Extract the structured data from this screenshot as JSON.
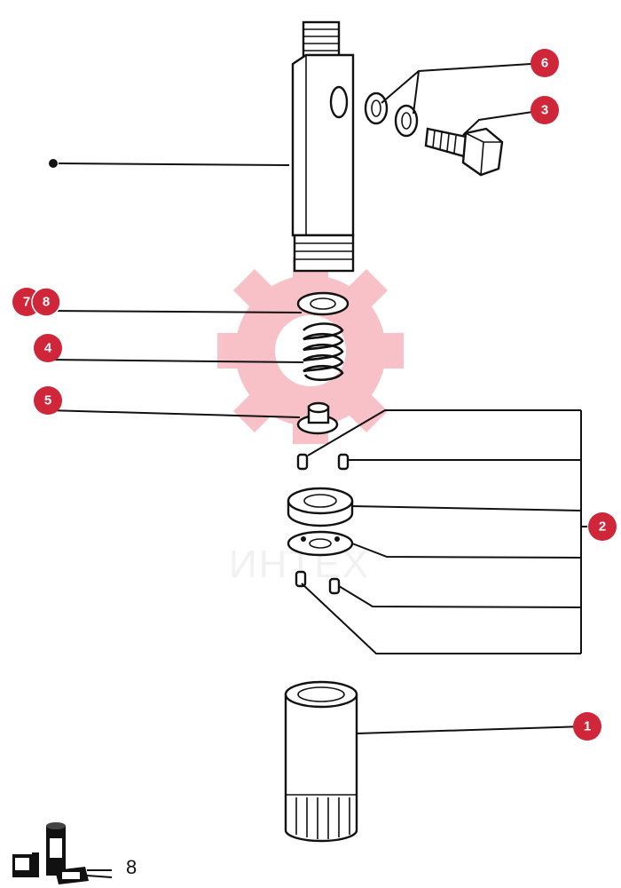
{
  "callouts": [
    {
      "id": "callout-1",
      "label": "1"
    },
    {
      "id": "callout-2",
      "label": "2"
    },
    {
      "id": "callout-3",
      "label": "3"
    },
    {
      "id": "callout-4",
      "label": "4"
    },
    {
      "id": "callout-5",
      "label": "5"
    },
    {
      "id": "callout-6",
      "label": "6"
    },
    {
      "id": "callout-7",
      "label": "7"
    },
    {
      "id": "callout-8",
      "label": "8"
    }
  ],
  "watermark": {
    "text": "ИНТЕХ",
    "color": "#e8233a"
  },
  "page_number": "8",
  "accent_color": "#d0263a"
}
